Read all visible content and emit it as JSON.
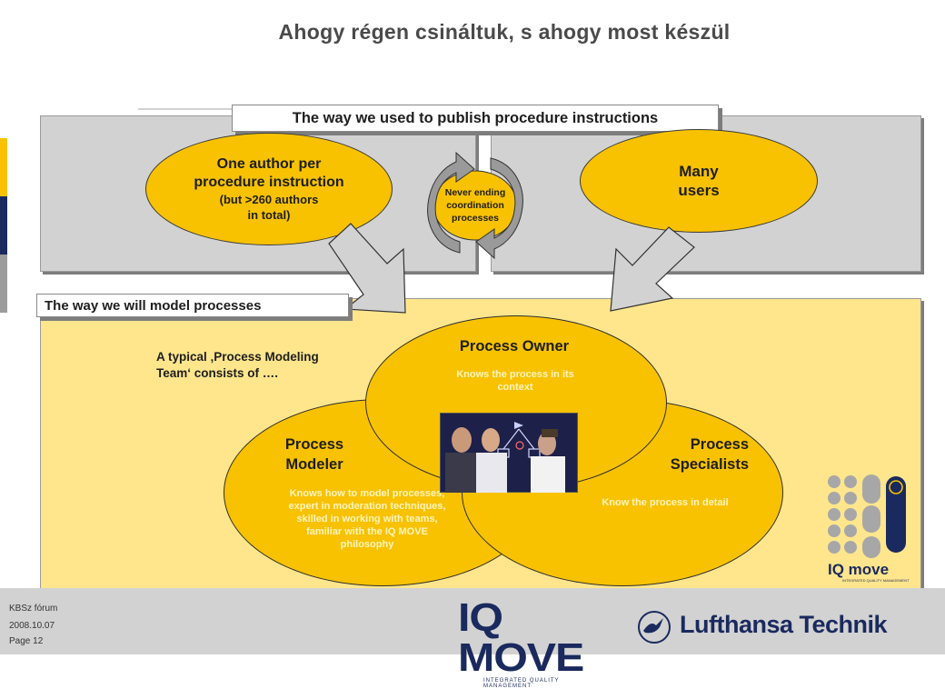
{
  "title": "Ahogy régen csináltuk, s ahogy most készül",
  "top_section": {
    "label": "The way we used to publish procedure instructions",
    "left_ellipse": {
      "line1": "One author per",
      "line2": "procedure instruction",
      "line3": "(but >260 authors",
      "line4": "in total)"
    },
    "cycle": {
      "line1": "Never ending",
      "line2": "coordination",
      "line3": "processes"
    },
    "right_ellipse": {
      "line1": "Many",
      "line2": "users"
    }
  },
  "bottom_section": {
    "label": "The way we will model processes",
    "intro_line1": "A typical ‚Process Modeling",
    "intro_line2": "Team‘ consists of ….",
    "owner": {
      "title": "Process Owner",
      "desc_line1": "Knows the process in its",
      "desc_line2": "context"
    },
    "modeler": {
      "title_line1": "Process",
      "title_line2": "Modeler",
      "desc_line1": "Knows how to model processes,",
      "desc_line2": "expert in moderation techniques,",
      "desc_line3": "skilled in working with teams,",
      "desc_line4": "familiar with the IQ MOVE",
      "desc_line5": "philosophy"
    },
    "specialists": {
      "title_line1": "Process",
      "title_line2": "Specialists",
      "desc": "Know the process in detail"
    },
    "logo_text": "IQ move",
    "logo_sub": "INTEGRATED QUALITY MANAGEMENT"
  },
  "footer": {
    "line1": "KBSz fórum",
    "line2": "2008.10.07",
    "line3": "Page 12",
    "iq_logo": "IQ MOVE",
    "iq_sub": "INTEGRATED QUALITY MANAGEMENT",
    "lh_logo": "Lufthansa Technik"
  },
  "colors": {
    "accent_yellow": "#f8c200",
    "panel_gray": "#d2d2d2",
    "panel_yellow": "#ffe68c",
    "navy": "#1a2a5e"
  },
  "icons": [
    "cycle-arrows-icon",
    "down-arrow-icon",
    "crane-logo-icon",
    "team-photo"
  ]
}
